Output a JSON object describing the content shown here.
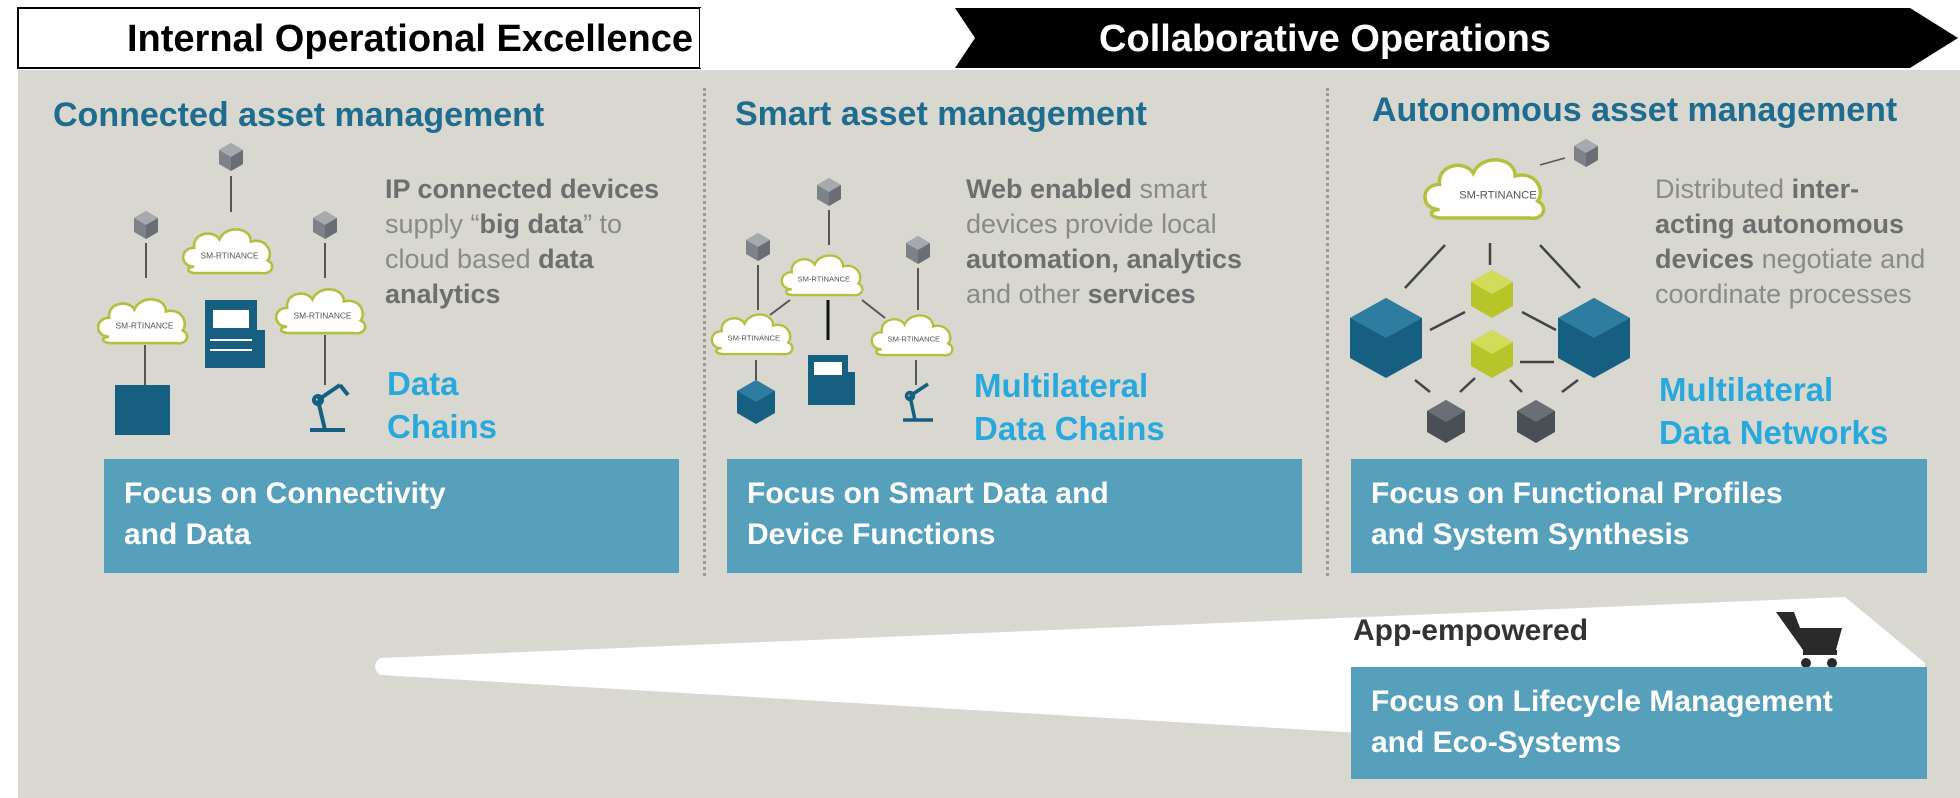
{
  "header": {
    "left": "Internal Operational Excellence",
    "right": "Collaborative Operations"
  },
  "columns": [
    {
      "title": "Connected asset management",
      "desc_parts": [
        {
          "t": "IP connected ",
          "b": true
        },
        {
          "t": "devices",
          "b": true
        },
        {
          "t": " supply “",
          "b": false
        },
        {
          "t": "big data",
          "b": true
        },
        {
          "t": "” to cloud based ",
          "b": false
        },
        {
          "t": "data analytics",
          "b": true
        }
      ],
      "chain_line1": "Data",
      "chain_line2": "Chains",
      "focus_line1": "Focus on Connectivity",
      "focus_line2": "and Data"
    },
    {
      "title": "Smart asset management",
      "desc_parts": [
        {
          "t": "Web enabled",
          "b": true
        },
        {
          "t": " smart devices provide local ",
          "b": false
        },
        {
          "t": "automation, analytics",
          "b": true
        },
        {
          "t": " and other ",
          "b": false
        },
        {
          "t": "services",
          "b": true
        }
      ],
      "chain_line1": "Multilateral",
      "chain_line2": "Data Chains",
      "focus_line1": "Focus on Smart Data and",
      "focus_line2": "Device Functions"
    },
    {
      "title": "Autonomous asset management",
      "desc_parts": [
        {
          "t": "Distributed ",
          "b": false
        },
        {
          "t": "inter-acting autonomous devices",
          "b": true
        },
        {
          "t": " negotiate and coordinate processes",
          "b": false
        }
      ],
      "chain_line1": "Multilateral",
      "chain_line2": "Data Networks",
      "focus_line1": "Focus on Functional Profiles",
      "focus_line2": "and System Synthesis"
    }
  ],
  "cloud_label": "SM-RTINANCE",
  "app": {
    "label": "App-empowered",
    "focus_line1": "Focus on Lifecycle Management",
    "focus_line2": "and Eco-Systems",
    "icon": "shopping-cart-icon"
  },
  "colors": {
    "background": "#d8d7d0",
    "title": "#1f6c8e",
    "chain": "#29a8dc",
    "focus_box": "#56a0bb",
    "header_dark": "#000000",
    "cube_blue": "#175f80",
    "cube_green": "#b7c42a",
    "cube_gray": "#4a4e55"
  }
}
